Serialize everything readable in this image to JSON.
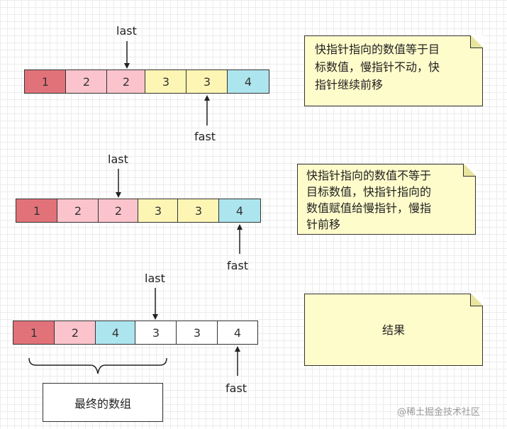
{
  "colors": {
    "red": "#e2727a",
    "pink": "#fbc4cc",
    "yellow": "#fdf5b4",
    "cyan": "#ade5ee",
    "white": "#ffffff",
    "note_bg": "#fffccb"
  },
  "rows": [
    {
      "cells": [
        {
          "value": "1",
          "color": "red"
        },
        {
          "value": "2",
          "color": "pink"
        },
        {
          "value": "2",
          "color": "pink"
        },
        {
          "value": "3",
          "color": "yellow"
        },
        {
          "value": "3",
          "color": "yellow"
        },
        {
          "value": "4",
          "color": "cyan"
        }
      ],
      "last": {
        "label": "last",
        "index": 2
      },
      "fast": {
        "label": "fast",
        "index": 4
      }
    },
    {
      "cells": [
        {
          "value": "1",
          "color": "red"
        },
        {
          "value": "2",
          "color": "pink"
        },
        {
          "value": "2",
          "color": "pink"
        },
        {
          "value": "3",
          "color": "yellow"
        },
        {
          "value": "3",
          "color": "yellow"
        },
        {
          "value": "4",
          "color": "cyan"
        }
      ],
      "last": {
        "label": "last",
        "index": 2
      },
      "fast": {
        "label": "fast",
        "index": 5
      }
    },
    {
      "cells": [
        {
          "value": "1",
          "color": "red"
        },
        {
          "value": "2",
          "color": "pink"
        },
        {
          "value": "4",
          "color": "cyan"
        },
        {
          "value": "3",
          "color": "white"
        },
        {
          "value": "3",
          "color": "white"
        },
        {
          "value": "4",
          "color": "white"
        }
      ],
      "last": {
        "label": "last",
        "index": 3
      },
      "fast": {
        "label": "fast",
        "index": 5
      }
    }
  ],
  "notes": [
    {
      "lines": [
        "快指针指向的数值等于目",
        "标数值，慢指针不动，快",
        "指针继续前移"
      ]
    },
    {
      "lines": [
        "快指针指向的数值不等于",
        "目标数值，快指针指向的",
        "数值赋值给慢指针，慢指",
        "针前移"
      ]
    },
    {
      "lines": [
        "结果"
      ]
    }
  ],
  "final_array_label": "最终的数组",
  "watermark": "@稀土掘金技术社区"
}
